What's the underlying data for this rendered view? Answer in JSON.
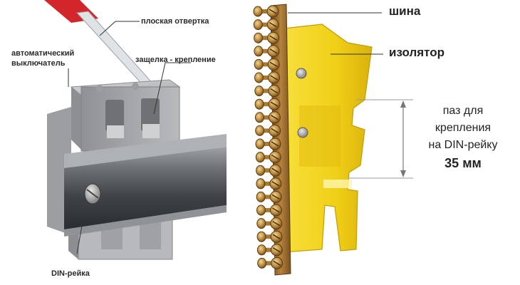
{
  "labels": {
    "screwdriver": "плоская отвертка",
    "breaker_line1": "автоматический",
    "breaker_line2": "выключатель",
    "latch": "защелка - крепление",
    "din_rail": "DIN-рейка",
    "bus": "шина",
    "insulator": "изолятор",
    "groove_line1": "паз для",
    "groove_line2": "крепления",
    "groove_line3": "на DIN-рейку",
    "groove_size": "35 мм"
  },
  "colors": {
    "insulator": "#f2d21a",
    "bus": "#9a6a2c",
    "breaker": "#bfc1c3",
    "rail": "#5d6165",
    "screwdriver_handle": "#d3262b"
  }
}
